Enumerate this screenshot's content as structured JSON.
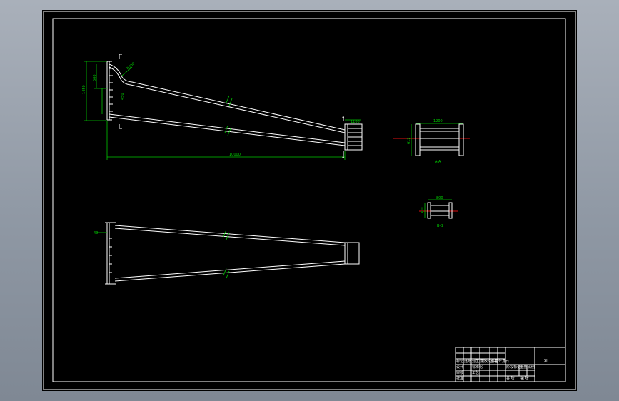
{
  "drawing": {
    "elevation": {
      "dim_height": "1450",
      "dim_upper": "500",
      "dim_lower": "450",
      "dim_radius": "R700",
      "dim_length": "10000",
      "dim_end": "1100",
      "cut_mark": "A",
      "break_mark": "//"
    },
    "section_a": {
      "dim_width": "1200",
      "dim_height": "612",
      "label": "A-A"
    },
    "section_b": {
      "dim_width": "800",
      "dim_height": "300",
      "label": "B-B"
    },
    "plan": {
      "dim_left": "40",
      "break_mark": "//"
    },
    "title_block": {
      "name": "SJJ",
      "cells": [
        "标记",
        "处数",
        "分区",
        "更改文件号",
        "签名",
        "年月日",
        "设计",
        "标准化",
        "阶段标记",
        "重量",
        "比例",
        "审核",
        "工艺",
        "批准",
        "共 张",
        "第 张"
      ]
    }
  },
  "colors": {
    "sheet": "#000000",
    "geometry": "#ffffff",
    "dimension": "#00c800",
    "centerline": "#e01010"
  }
}
